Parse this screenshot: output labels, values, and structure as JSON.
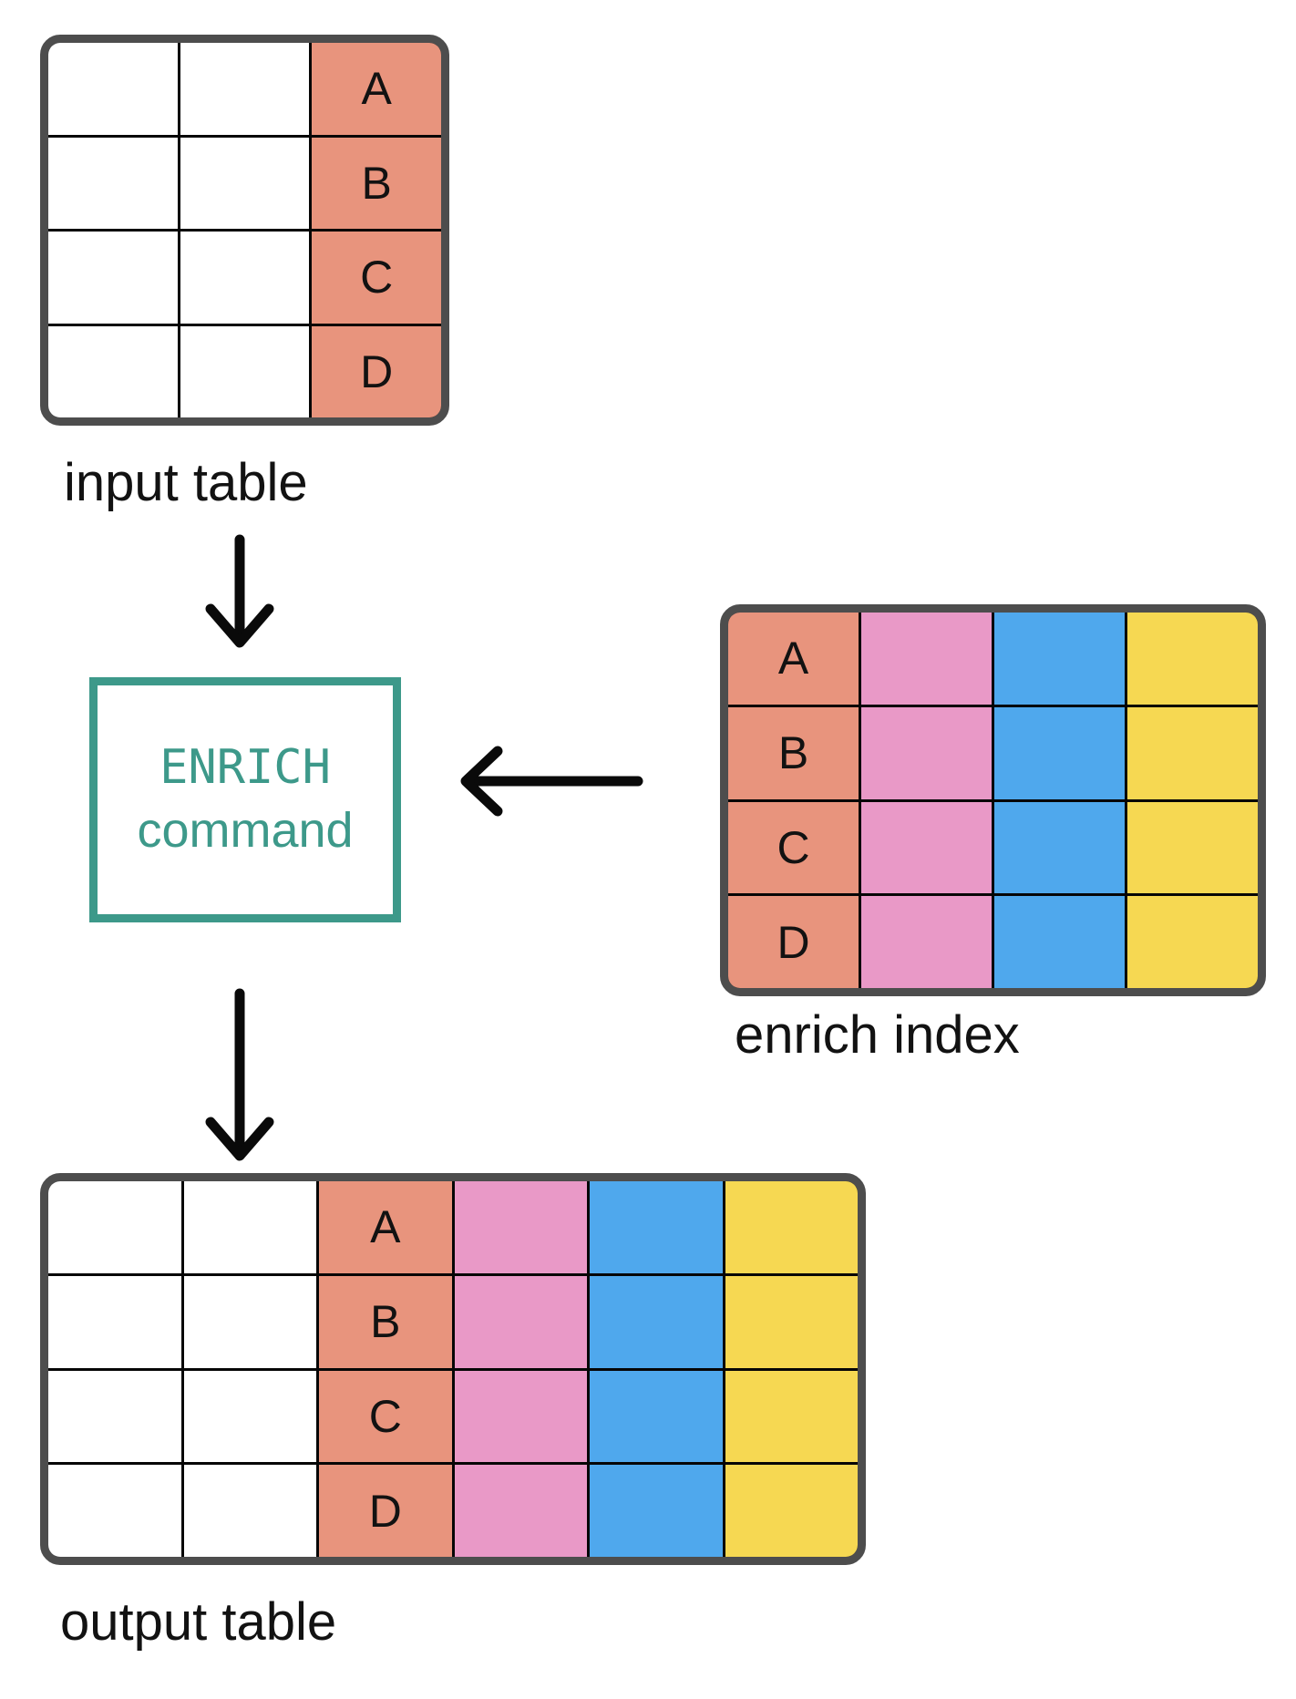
{
  "colors": {
    "salmon": "#E8947D",
    "pink": "#E999C7",
    "blue": "#4FA8ED",
    "yellow": "#F6D852",
    "teal": "#3D998A",
    "border_dark": "#4D4D4D",
    "grid_line": "#060606",
    "text": "#121212",
    "white": "#FFFFFF"
  },
  "labels": {
    "input_table": "input table",
    "enrich_index": "enrich index",
    "output_table": "output table"
  },
  "enrich_box": {
    "line1": "ENRICH",
    "line2": "command"
  },
  "row_keys": [
    "A",
    "B",
    "C",
    "D"
  ],
  "tables": {
    "input": {
      "columns": [
        {
          "fill": "white",
          "letters": false
        },
        {
          "fill": "white",
          "letters": false
        },
        {
          "fill": "salmon",
          "letters": true
        }
      ]
    },
    "enrich": {
      "columns": [
        {
          "fill": "salmon",
          "letters": true
        },
        {
          "fill": "pink",
          "letters": false
        },
        {
          "fill": "blue",
          "letters": false
        },
        {
          "fill": "yellow",
          "letters": false
        }
      ]
    },
    "output": {
      "columns": [
        {
          "fill": "white",
          "letters": false
        },
        {
          "fill": "white",
          "letters": false
        },
        {
          "fill": "salmon",
          "letters": true
        },
        {
          "fill": "pink",
          "letters": false
        },
        {
          "fill": "blue",
          "letters": false
        },
        {
          "fill": "yellow",
          "letters": false
        }
      ]
    }
  }
}
